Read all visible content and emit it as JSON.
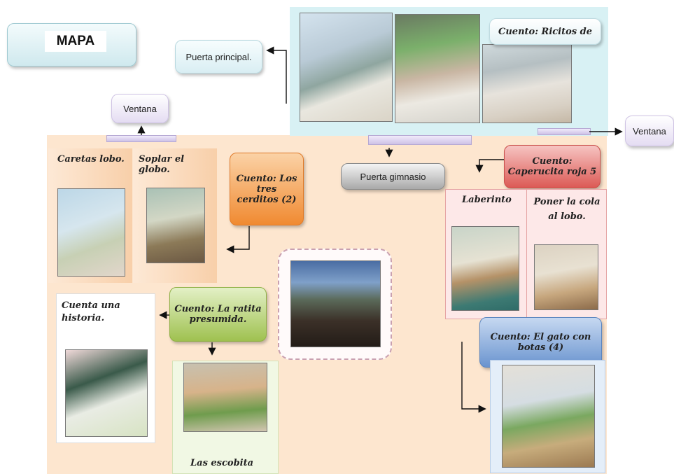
{
  "title": "MAPA",
  "labels": {
    "puerta_principal": "Puerta principal.",
    "ventana_left": "Ventana",
    "ventana_right": "Ventana",
    "puerta_gimnasio": "Puerta gimnasio"
  },
  "stories": {
    "ricitos": "Cuento: Ricitos de",
    "tres_cerditos": "Cuento: Los tres cerditos (2)",
    "caperucita": "Cuento: Caperucita roja 5",
    "ratita": "Cuento: La ratita presumida.",
    "gato": "Cuento: El gato con botas (4)"
  },
  "activities": {
    "caretas": "Caretas lobo.",
    "globo": "Soplar el globo.",
    "laberinto": "Laberinto",
    "cola": "Poner la cola al lobo.",
    "historia": "Cuenta una historia.",
    "escobita": "Las escobita"
  },
  "colors": {
    "floor": "#fde6cf",
    "teal_panel": "#d5f0f3",
    "orange": "#f7a04a",
    "red": "#e0605c",
    "green": "#a8c85e",
    "blue": "#6f97cf",
    "gray": "#8a8a8a"
  }
}
